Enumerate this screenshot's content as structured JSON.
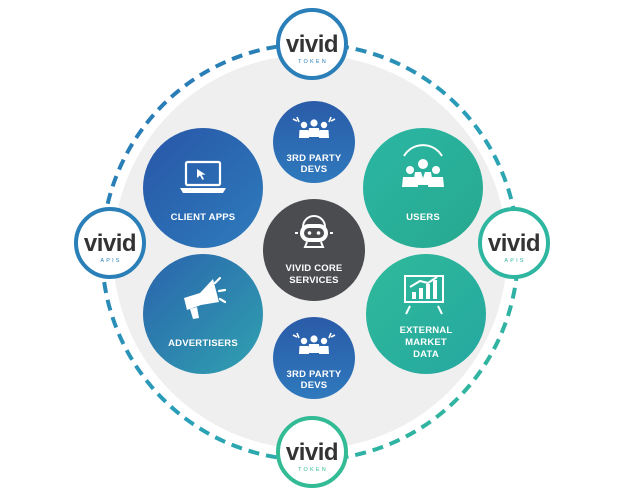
{
  "colors": {
    "blue_dark": "#2a5ba8",
    "blue_mid": "#2d73b8",
    "teal": "#2ab59a",
    "core": "#4a4c50",
    "ring_blue": "#2a7fb8",
    "ring_teal": "#32b898",
    "background_circle": "#efefef"
  },
  "badges": {
    "top": {
      "brand": "vivid",
      "sub": "TOKEN",
      "icon": "vivid-token-logo"
    },
    "left": {
      "brand": "vivid",
      "sub": "APIS",
      "icon": "vivid-apis-logo"
    },
    "right": {
      "brand": "vivid",
      "sub": "APIS",
      "icon": "vivid-apis-logo"
    },
    "bottom": {
      "brand": "vivid",
      "sub": "TOKEN",
      "icon": "vivid-token-logo"
    }
  },
  "nodes": {
    "core": {
      "lines": [
        "VIVID CORE",
        "SERVICES"
      ],
      "icon": "robot-icon"
    },
    "third_party_top": {
      "lines": [
        "3RD PARTY",
        "DEVS"
      ],
      "icon": "team-icon"
    },
    "third_party_bottom": {
      "lines": [
        "3RD PARTY",
        "DEVS"
      ],
      "icon": "team-icon"
    },
    "client_apps": {
      "lines": [
        "CLIENT APPS"
      ],
      "icon": "laptop-icon"
    },
    "advertisers": {
      "lines": [
        "ADVERTISERS"
      ],
      "icon": "megaphone-icon"
    },
    "users": {
      "lines": [
        "USERS"
      ],
      "icon": "users-icon"
    },
    "external_market_data": {
      "lines": [
        "EXTERNAL",
        "MARKET",
        "DATA"
      ],
      "icon": "chart-board-icon"
    }
  }
}
